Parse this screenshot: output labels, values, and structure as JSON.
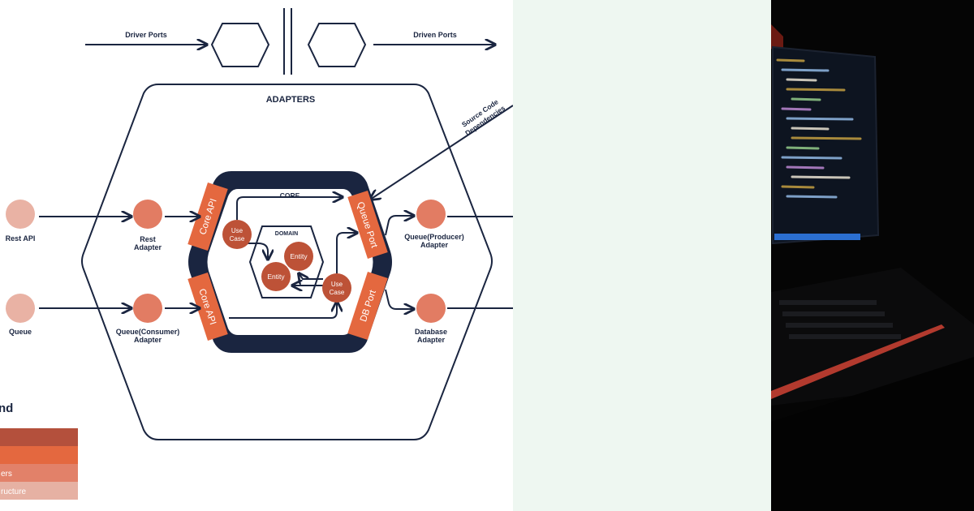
{
  "diagram": {
    "top_labels": {
      "driver_ports": "Driver Ports",
      "driven_ports": "Driven Ports"
    },
    "adapters_title": "ADAPTERS",
    "source_code_dependencies": [
      "Source Code",
      "Dependencies"
    ],
    "core_title": "CORE",
    "domain_title": "DOMAIN",
    "ports": {
      "core_api_top": "Core API",
      "core_api_bottom": "Core API",
      "queue_port": "Queue Port",
      "db_port": "DB Port"
    },
    "use_cases": {
      "top": [
        "Use",
        "Case"
      ],
      "bottom": [
        "Use",
        "Case"
      ]
    },
    "entities": {
      "top": "Entity",
      "bottom": "Entity"
    },
    "external": {
      "rest_api": "Rest API",
      "queue": "Queue"
    },
    "adapters": {
      "rest": [
        "Rest",
        "Adapter"
      ],
      "queue_consumer": [
        "Queue(Consumer)",
        "Adapter"
      ],
      "queue_producer": [
        "Queue(Producer)",
        "Adapter"
      ],
      "database": [
        "Database",
        "Adapter"
      ]
    },
    "legend": {
      "title_visible": "nd",
      "items_visible": [
        "",
        "",
        "ers",
        "ructure"
      ]
    }
  },
  "colors": {
    "navy": "#1a2540",
    "orange": "#e4683f",
    "adapter_circle": "#e27c63",
    "external_circle": "#e9b2a4",
    "inner_circle": "#bd5237",
    "legend": [
      "#b4503c",
      "#e4683f",
      "#e28169",
      "#e6b1a3"
    ],
    "middle_bg": "#eef7f1"
  }
}
